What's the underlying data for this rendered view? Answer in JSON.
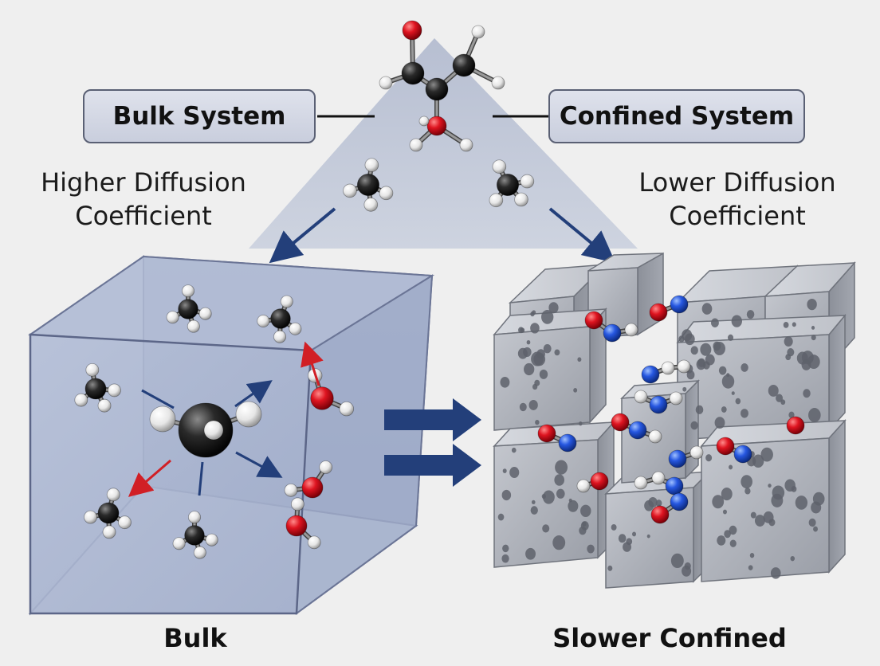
{
  "labels": {
    "bulk_system": "Bulk System",
    "confined_system": "Confined System",
    "left_caption_line1": "Higher Diffusion",
    "left_caption_line2": "Coefficient",
    "right_caption_line1": "Lower Diffusion",
    "right_caption_line2": "Coefficient",
    "bottom_left": "Bulk",
    "bottom_right": "Slower Confined"
  },
  "colors": {
    "background": "#efefef",
    "triangle": "#bfc6d6",
    "bulk_box": "#aeb9d2",
    "porous_block": "#a9adb5",
    "arrow_blue": "#233f7a",
    "arrow_red": "#d11f25",
    "carbon": "#1c1c1c",
    "hydrogen": "#f4f4f4",
    "oxygen": "#d8101a",
    "nitrogen": "#2454d6"
  },
  "icons": {
    "molecule": "ball-and-stick-molecule",
    "porous": "porous-solid-block"
  }
}
